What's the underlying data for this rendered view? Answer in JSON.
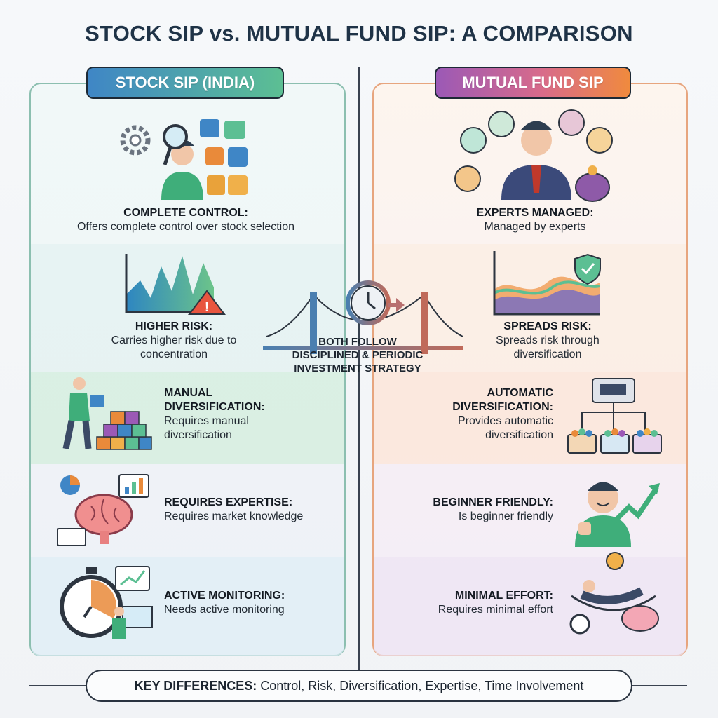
{
  "title": "STOCK SIP vs. MUTUAL FUND SIP: A COMPARISON",
  "left": {
    "header": "STOCK SIP (INDIA)",
    "items": [
      {
        "title": "COMPLETE CONTROL:",
        "desc": [
          "Offers complete control over stock selection"
        ],
        "icon": "magnifier-puzzle-icon"
      },
      {
        "title": "HIGHER RISK:",
        "desc": [
          "Carries higher risk due to",
          "concentration"
        ],
        "icon": "volatile-chart-warning-icon"
      },
      {
        "title": "MANUAL",
        "title2": "DIVERSIFICATION:",
        "desc": [
          "Requires manual",
          "diversification"
        ],
        "icon": "person-stacking-blocks-icon"
      },
      {
        "title": "REQUIRES EXPERTISE:",
        "desc": [
          "Requires market knowledge"
        ],
        "icon": "brain-charts-icon"
      },
      {
        "title": "ACTIVE MONITORING:",
        "desc": [
          "Needs active monitoring"
        ],
        "icon": "stopwatch-monitor-icon"
      }
    ]
  },
  "right": {
    "header": "MUTUAL FUND SIP",
    "items": [
      {
        "title": "EXPERTS MANAGED:",
        "desc": [
          "Managed by experts"
        ],
        "icon": "fund-manager-icon"
      },
      {
        "title": "SPREADS RISK:",
        "desc": [
          "Spreads risk through",
          "diversification"
        ],
        "icon": "smooth-chart-shield-icon"
      },
      {
        "title": "AUTOMATIC",
        "title2": "DIVERSIFICATION:",
        "desc": [
          "Provides automatic",
          "diversification"
        ],
        "icon": "machine-baskets-icon"
      },
      {
        "title": "BEGINNER FRIENDLY:",
        "desc": [
          "Is beginner friendly"
        ],
        "icon": "thumbs-up-person-icon"
      },
      {
        "title": "MINIMAL EFFORT:",
        "desc": [
          "Requires minimal effort"
        ],
        "icon": "hammock-piggybank-icon"
      }
    ]
  },
  "center": {
    "lines": [
      "BOTH FOLLOW",
      "DISCIPLINED & PERIODIC",
      "INVESTMENT STRATEGY"
    ],
    "icon": "bridge-clock-icon"
  },
  "bottom": {
    "label": "KEY DIFFERENCES:",
    "text": "Control, Risk, Diversification, Expertise, Time Involvement"
  },
  "colors": {
    "left_accent": "#3f86c6",
    "left_accent2": "#5cbf93",
    "right_accent": "#9b59b6",
    "right_accent2": "#f08a3e",
    "title": "#1f3347"
  }
}
